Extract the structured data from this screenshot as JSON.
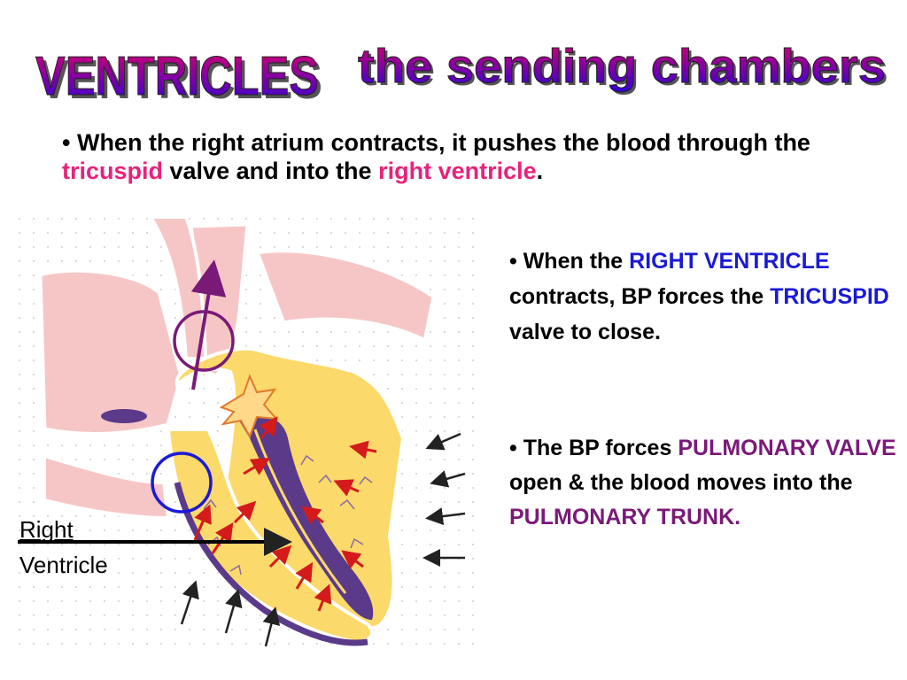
{
  "title": {
    "word1": "VENTRICLES",
    "word2": "the sending chambers",
    "colors": {
      "top": "#d9006e",
      "bottom": "#2d00d6",
      "shadow": "#555555"
    }
  },
  "bullet1": {
    "marker": "•",
    "t1": " When the right atrium contracts, it pushes the blood through the ",
    "k1": "tricuspid",
    "t2": " valve and into the ",
    "k2": "right ventricle",
    "t3": "."
  },
  "bullet2": {
    "marker": "•",
    "t1": " When the ",
    "k1": "RIGHT VENTRICLE",
    "t2": " contracts, BP forces the ",
    "k2": "TRICUSPID",
    "t3": " valve to close."
  },
  "bullet3": {
    "marker": "•",
    "t1": " The BP forces ",
    "k1": "PULMONARY VALVE",
    "t2": " open & the blood moves into the ",
    "k2": "PULMONARY TRUNK."
  },
  "diagram": {
    "label_right": "Right",
    "label_ventricle": "Ventricle",
    "colors": {
      "chamber": "#fbd96a",
      "vessel": "#f6c6c6",
      "wall": "#5b3a8a",
      "red_arrow": "#d41a1a",
      "pulmonary_circle": "#7a1a78",
      "tricuspid_circle": "#1a1ad6"
    }
  }
}
